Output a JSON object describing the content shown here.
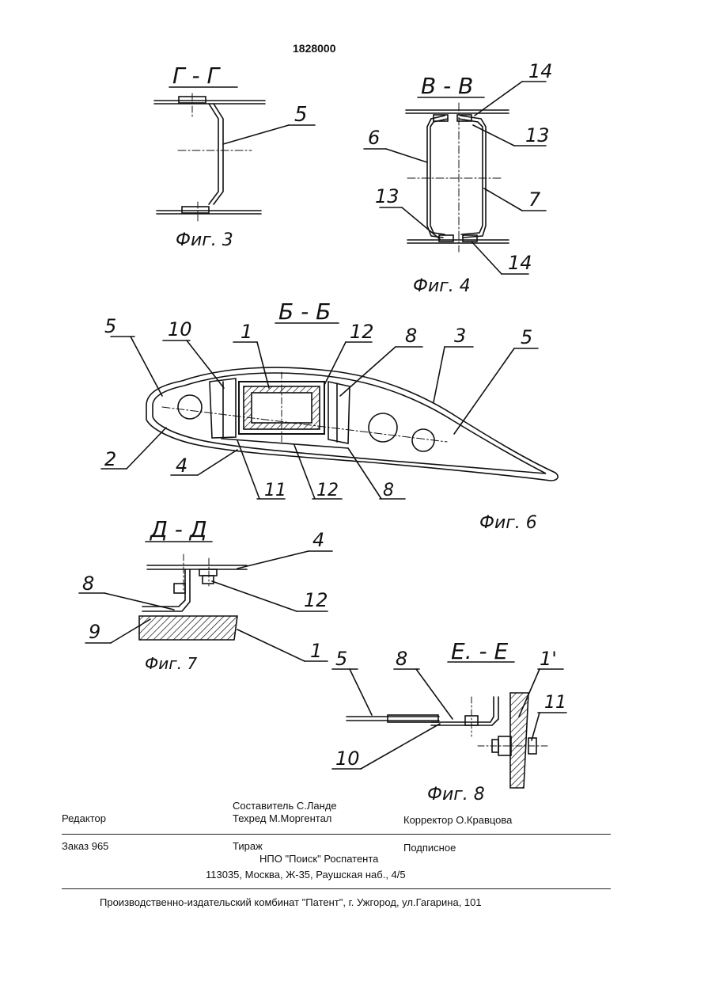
{
  "patent_number": "1828000",
  "figures": {
    "fig3": {
      "section": "Г - Г",
      "caption": "Фиг. 3",
      "callouts": [
        "5"
      ]
    },
    "fig4": {
      "section": "В - В",
      "caption": "Фиг. 4",
      "callouts": [
        "14",
        "6",
        "13",
        "7",
        "13",
        "14"
      ]
    },
    "fig6": {
      "section": "Б - Б",
      "caption": "Фиг. 6",
      "callouts": [
        "5",
        "10",
        "1",
        "12",
        "8",
        "3",
        "5",
        "2",
        "4",
        "11",
        "12",
        "8"
      ]
    },
    "fig7": {
      "section": "Д - Д",
      "caption": "Фиг. 7",
      "callouts": [
        "4",
        "8",
        "12",
        "9",
        "1"
      ]
    },
    "fig8": {
      "section": "Е. - Е",
      "caption": "Фиг. 8",
      "callouts": [
        "5",
        "8",
        "1'",
        "11",
        "10"
      ]
    }
  },
  "imprint": {
    "compiler": "Составитель  С.Ланде",
    "editor_label": "Редактор",
    "techred": "Техред М.Моргентал",
    "corrector": "Корректор О.Кравцова",
    "order": "Заказ  965",
    "circulation": "Тираж",
    "subscription": "Подписное",
    "org": "НПО  \"Поиск\"  Роспатента",
    "address": "113035, Москва, Ж-35, Раушская наб., 4/5",
    "publisher": "Производственно-издательский комбинат \"Патент\", г. Ужгород, ул.Гагарина, 101"
  }
}
